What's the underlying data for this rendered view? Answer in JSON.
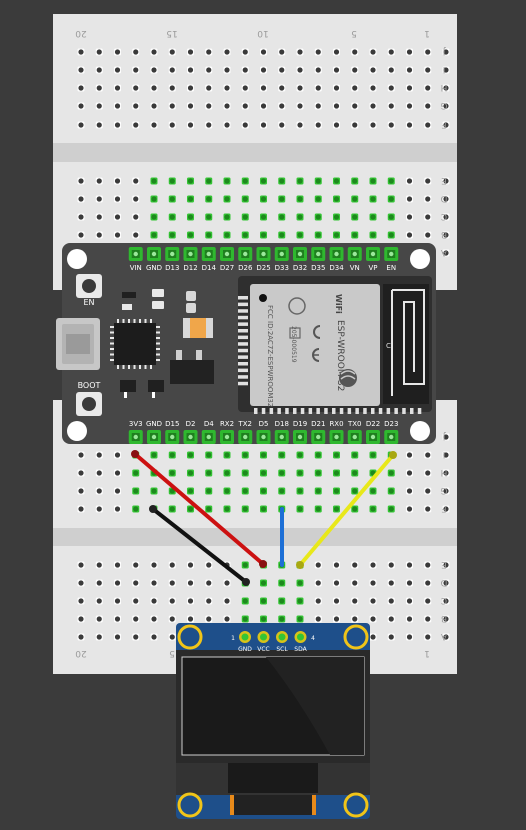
{
  "canvas": {
    "background": "#3b3b3b"
  },
  "breadboard": {
    "row_labels_top": [
      "J",
      "I",
      "H",
      "G",
      "F"
    ],
    "row_labels_mid": [
      "E",
      "D",
      "C",
      "B",
      "A"
    ],
    "row_labels_bottom_j": [
      "J",
      "I",
      "H",
      "G",
      "F"
    ],
    "row_labels_bottom": [
      "E",
      "D",
      "C",
      "B",
      "A"
    ],
    "column_numbers_top": [
      "20",
      "15",
      "10",
      "5",
      "1"
    ],
    "column_numbers_bottom": [
      "20",
      "5",
      "1"
    ],
    "body_color": "#e6e6e6",
    "hole_color": "#3a3a3a",
    "connected_hole_color": "#34c534"
  },
  "esp32": {
    "top_pins": [
      "VIN",
      "GND",
      "D13",
      "D12",
      "D14",
      "D27",
      "D26",
      "D25",
      "D33",
      "D32",
      "D35",
      "D34",
      "VN",
      "VP",
      "EN"
    ],
    "bottom_pins": [
      "3V3",
      "GND",
      "D15",
      "D2",
      "D4",
      "RX2",
      "TX2",
      "D5",
      "D18",
      "D19",
      "D21",
      "RX0",
      "TX0",
      "D22",
      "D23"
    ],
    "buttons": {
      "en_label": "EN",
      "boot_label": "BOOT"
    },
    "module": {
      "title": "ESP-WROOM-32",
      "wifi_label": "WiFi",
      "fcc_id": "FCC ID:2AC7Z-ESPWROOM32",
      "model_code": "205-000519",
      "antenna_mark": "C"
    },
    "board_color": "#474747",
    "pin_color": "#2fb82f"
  },
  "oled": {
    "pins": [
      "GND",
      "VCC",
      "SCL",
      "SDA"
    ],
    "pin_number_left": "1",
    "pin_number_right": "4",
    "pcb_color": "#1e4f8a",
    "screen_color": "#1a1a1a"
  },
  "wires": [
    {
      "name": "power-wire",
      "color": "#cc1111",
      "from": "3V3",
      "to": "VCC"
    },
    {
      "name": "ground-wire",
      "color": "#111111",
      "from": "GND",
      "to": "GND"
    },
    {
      "name": "scl-wire",
      "color": "#1d6fd6",
      "from": "D18",
      "to": "SCL"
    },
    {
      "name": "sda-wire",
      "color": "#e8e81a",
      "from": "D23",
      "to": "SDA"
    }
  ]
}
